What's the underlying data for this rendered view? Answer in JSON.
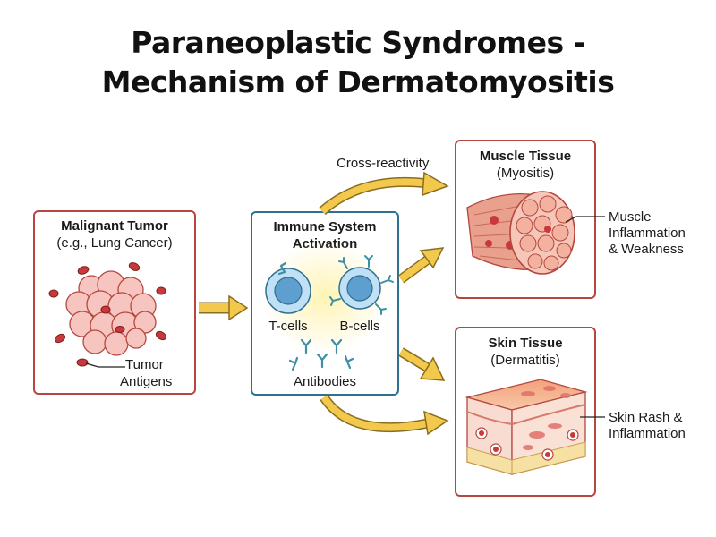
{
  "title": {
    "line1": "Paraneoplastic Syndromes -",
    "line2": "Mechanism of Dermatomyositis"
  },
  "tumor": {
    "title": "Malignant Tumor",
    "subtitle": "(e.g., Lung Cancer)",
    "antigen_label_1": "Tumor",
    "antigen_label_2": "Antigens"
  },
  "immune": {
    "title_1": "Immune System",
    "title_2": "Activation",
    "tcells": "T-cells",
    "bcells": "B-cells",
    "antibodies": "Antibodies"
  },
  "muscle": {
    "title": "Muscle Tissue",
    "subtitle": "(Myositis)",
    "side_1": "Muscle",
    "side_2": "Inflammation",
    "side_3": "& Weakness"
  },
  "skin": {
    "title": "Skin Tissue",
    "subtitle": "(Dermatitis)",
    "side_1": "Skin Rash &",
    "side_2": "Inflammation"
  },
  "arrows": {
    "cross_reactivity": "Cross-reactivity"
  },
  "colors": {
    "tumor_border": "#b5473f",
    "immune_border": "#2f6f8f",
    "arrow": "#f2c94c",
    "cell_blue": "#7fb6e0",
    "antigen_red": "#c9383a"
  }
}
